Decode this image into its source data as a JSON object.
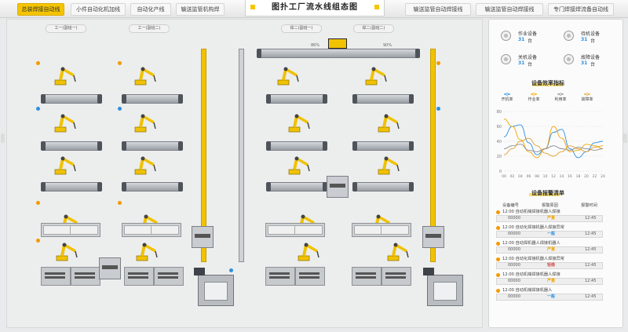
{
  "header": {
    "title": "图扑工厂流水线组态图",
    "tabs_left": [
      "总装焊接自动线",
      "小件自动化机加线",
      "自动化产线",
      "输送监管机构焊"
    ],
    "tabs_right": [
      "输送监管自动焊接线",
      "输送监管自动焊接线",
      "专门焊接焊流备自动线"
    ]
  },
  "floor": {
    "area_left_labels": [
      "工一(副班一)",
      "工一(副班二)"
    ],
    "area_right_labels": [
      "焊二(副班一)",
      "焊二(副班二)"
    ],
    "conveyor_percent_a": "86%",
    "conveyor_percent_b": "90%"
  },
  "panel": {
    "devices": [
      {
        "name": "作业设备",
        "value": "31",
        "unit": "台"
      },
      {
        "name": "待机设备",
        "value": "31",
        "unit": "台"
      },
      {
        "name": "关机设备",
        "value": "31",
        "unit": "台"
      },
      {
        "name": "故障设备",
        "value": "31",
        "unit": "台"
      }
    ],
    "chart_title": "设备效率指标",
    "alarm_title": "设备报警清单",
    "table_headers": [
      "设备编号",
      "报警原因",
      "报警时间"
    ],
    "alarms": [
      {
        "text": "12:00 自动机械焊接机器人焊接",
        "code": "00000",
        "level": "严重",
        "time": "12:45",
        "level_color": "#f2a500"
      },
      {
        "text": "12:00 自动化焊接机器人焊接异常",
        "code": "00000",
        "level": "一般",
        "time": "12:45",
        "level_color": "#2f8fe0"
      },
      {
        "text": "12:00 自动焊机器人焊接机器人",
        "code": "00000",
        "level": "严重",
        "time": "12:45",
        "level_color": "#f2a500"
      },
      {
        "text": "12:00 自动化焊接机器人焊接异常",
        "code": "00000",
        "level": "轻微",
        "time": "12:45",
        "level_color": "#d05050"
      },
      {
        "text": "12:00 自动机械焊接机器人焊接",
        "code": "00000",
        "level": "严重",
        "time": "12:45",
        "level_color": "#f2a500"
      },
      {
        "text": "12:00 自动机械焊接机器人",
        "code": "00000",
        "level": "一般",
        "time": "12:45",
        "level_color": "#2f8fe0"
      }
    ]
  },
  "chart_data": {
    "type": "line",
    "title": "设备效率指标",
    "x": [
      "00",
      "02",
      "04",
      "06",
      "08",
      "10",
      "12",
      "14",
      "16",
      "18",
      "20",
      "22",
      "24"
    ],
    "ylim": [
      0,
      80
    ],
    "yticks": [
      "0",
      "20",
      "40",
      "60",
      "80"
    ],
    "grid": true,
    "legend_position": "top",
    "series": [
      {
        "name": "开机率",
        "color": "#2f8fe0",
        "values": [
          46,
          60,
          62,
          38,
          22,
          30,
          52,
          56,
          30,
          18,
          26,
          38,
          40
        ]
      },
      {
        "name": "作业率",
        "color": "#f2a500",
        "values": [
          70,
          60,
          42,
          26,
          18,
          30,
          60,
          44,
          26,
          28,
          36,
          34,
          30
        ]
      },
      {
        "name": "利用率",
        "color": "#8a8f94",
        "values": [
          30,
          34,
          36,
          28,
          26,
          30,
          34,
          30,
          28,
          32,
          30,
          28,
          30
        ]
      },
      {
        "name": "故障率",
        "color": "#e0a030",
        "values": [
          22,
          30,
          40,
          44,
          34,
          24,
          20,
          26,
          34,
          30,
          26,
          32,
          34
        ]
      }
    ]
  }
}
